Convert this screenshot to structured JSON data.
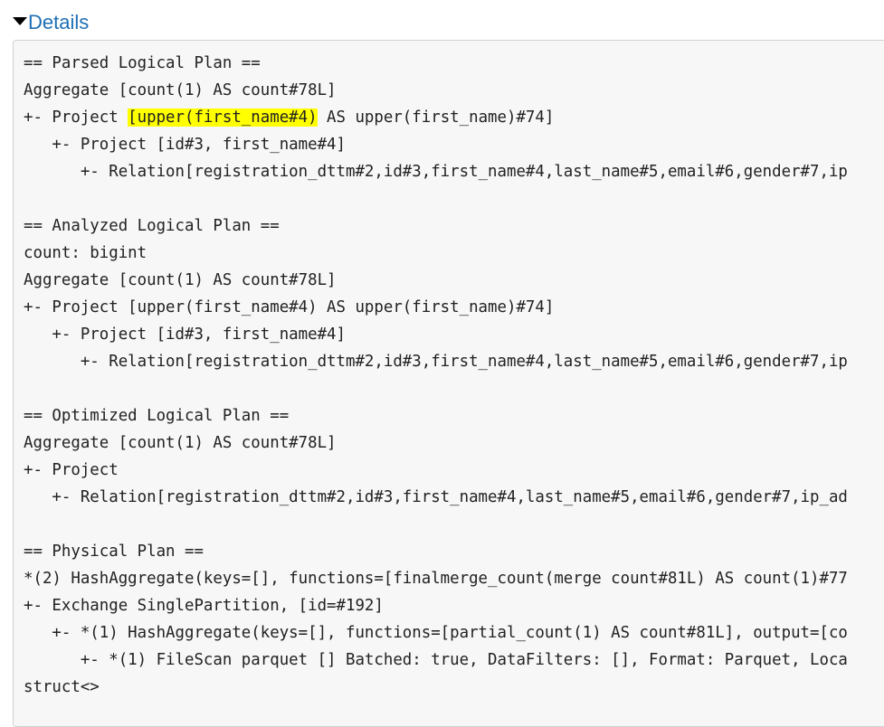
{
  "details": {
    "label": "Details"
  },
  "plan": {
    "lines": [
      "== Parsed Logical Plan ==",
      "Aggregate [count(1) AS count#78L]",
      "+- Project ",
      "   +- Project [id#3, first_name#4]",
      "      +- Relation[registration_dttm#2,id#3,first_name#4,last_name#5,email#6,gender#7,ip",
      "",
      "== Analyzed Logical Plan ==",
      "count: bigint",
      "Aggregate [count(1) AS count#78L]",
      "+- Project [upper(first_name#4) AS upper(first_name)#74]",
      "   +- Project [id#3, first_name#4]",
      "      +- Relation[registration_dttm#2,id#3,first_name#4,last_name#5,email#6,gender#7,ip",
      "",
      "== Optimized Logical Plan ==",
      "Aggregate [count(1) AS count#78L]",
      "+- Project",
      "   +- Relation[registration_dttm#2,id#3,first_name#4,last_name#5,email#6,gender#7,ip_ad",
      "",
      "== Physical Plan ==",
      "*(2) HashAggregate(keys=[], functions=[finalmerge_count(merge count#81L) AS count(1)#77",
      "+- Exchange SinglePartition, [id=#192]",
      "   +- *(1) HashAggregate(keys=[], functions=[partial_count(1) AS count#81L], output=[co",
      "      +- *(1) FileScan parquet [] Batched: true, DataFilters: [], Format: Parquet, Loca",
      "struct<>"
    ],
    "highlight": {
      "text": "[upper(first_name#4)",
      "rest": " AS upper(first_name)#74]",
      "color": "#ffff00"
    }
  }
}
